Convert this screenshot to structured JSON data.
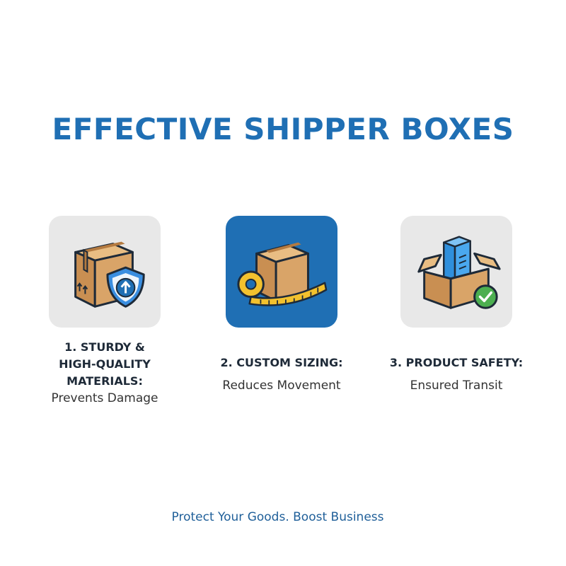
{
  "title": "EFFECTIVE SHIPPER BOXES",
  "features": [
    {
      "icon": "box-with-shield-icon",
      "heading_lines": [
        "1. STURDY &",
        "HIGH-QUALITY",
        "MATERIALS:"
      ],
      "subtitle": "Prevents Damage",
      "tile_color": "#e8e8e8"
    },
    {
      "icon": "box-with-measuring-tape-icon",
      "heading_lines": [
        "2. CUSTOM SIZING:"
      ],
      "subtitle": "Reduces Movement",
      "tile_color": "#1f6fb4"
    },
    {
      "icon": "open-box-with-product-checkmark-icon",
      "heading_lines": [
        "3. PRODUCT SAFETY:"
      ],
      "subtitle": "Ensured Transit",
      "tile_color": "#e8e8e8"
    }
  ],
  "tagline": "Protect Your Goods. Boost Business",
  "colors": {
    "accent": "#1f6fb4",
    "box": "#d6a76c",
    "check": "#4caf50"
  }
}
